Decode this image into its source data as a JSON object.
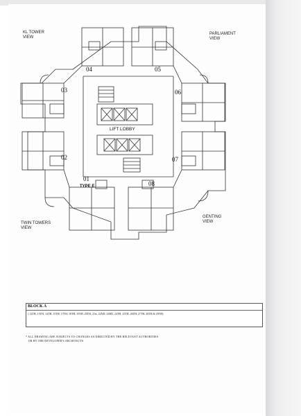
{
  "views": {
    "kl_tower": "KL TOWER\nVIEW",
    "parliament": "PARLIAMENT\nVIEW",
    "twin_towers": "TWIN TOWERS\nVIEW",
    "genting": "GENTING\nVIEW"
  },
  "units": [
    "01",
    "02",
    "03",
    "04",
    "05",
    "06",
    "07",
    "08"
  ],
  "lift_lobby": "LIFT LOBBY",
  "type_label": "TYPE E",
  "block": {
    "title": "BLOCK A",
    "floors": "( 12TH, 13TH, 14TH, 15TH, 17TH, 18TH, 19TH, 20TH, 21st, 22ND, 23RD, 24TH, 25TH, 26TH, 27TH, 28TH & 29TH)"
  },
  "note": "* ALL DRAWING ARE SUBJECTS TO CHANGES AS DIRECTED BY THE RELEVANT AUTHORITIES\n   OR BY THE DEVELOPER'S ARCHITECTS",
  "colors": {
    "line": "#333333",
    "paper": "#fdfdfd"
  }
}
